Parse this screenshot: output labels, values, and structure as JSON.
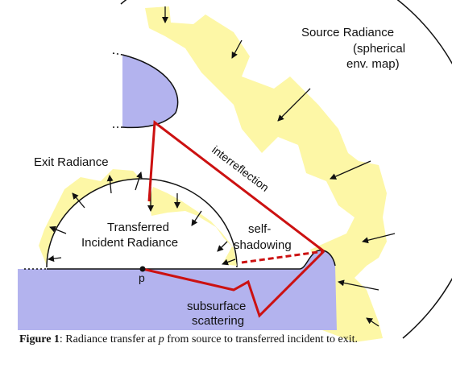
{
  "labels": {
    "source_radiance_line1": "Source Radiance",
    "source_radiance_line2": "(spherical",
    "source_radiance_line3": "env. map)",
    "exit_radiance": "Exit Radiance",
    "transferred_line1": "Transferred",
    "transferred_line2": "Incident Radiance",
    "interreflection": "interreflection",
    "self_shadowing_line1": "self-",
    "self_shadowing_line2": "shadowing",
    "subsurface_line1": "subsurface",
    "subsurface_line2": "scattering",
    "point_p": "p"
  },
  "caption": {
    "figure_label": "Figure 1",
    "text_before_p": ": Radiance transfer at ",
    "p": "p",
    "text_after_p": " from source to transferred incident to exit."
  },
  "colors": {
    "radiance_fill": "#fdf7a6",
    "surface_fill": "#b3b3ee",
    "path_red": "#cc1111",
    "outline": "#111111"
  }
}
